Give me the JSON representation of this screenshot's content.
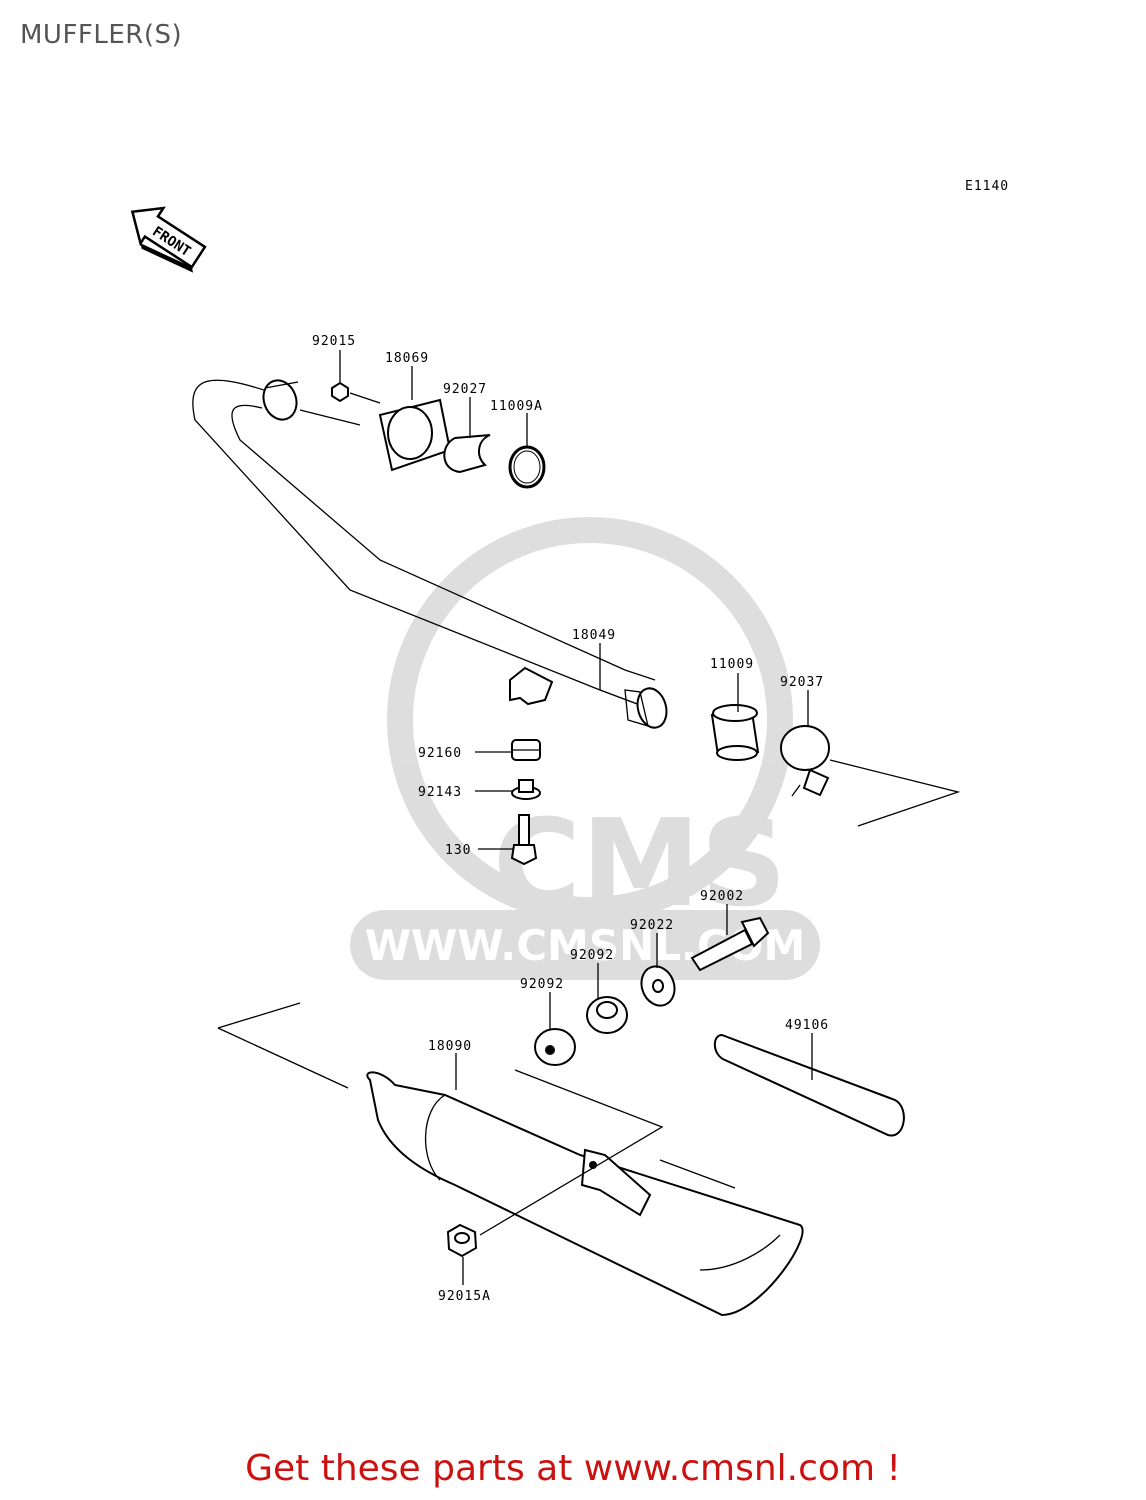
{
  "title": "MUFFLER(S)",
  "diagram_code": "E1140",
  "front_arrow_label": "FRONT",
  "watermark": {
    "brand": "CMS",
    "url": "WWW.CMSNL.COM"
  },
  "parts": {
    "p92015": "92015",
    "p18069": "18069",
    "p92027": "92027",
    "p11009A": "11009A",
    "p18049": "18049",
    "p11009": "11009",
    "p92037": "92037",
    "p92160": "92160",
    "p92143": "92143",
    "p130": "130",
    "p92002": "92002",
    "p92022": "92022",
    "p92092a": "92092",
    "p92092b": "92092",
    "p49106": "49106",
    "p18090": "18090",
    "p92015A": "92015A"
  },
  "cta": "Get these parts at www.cmsnl.com !"
}
